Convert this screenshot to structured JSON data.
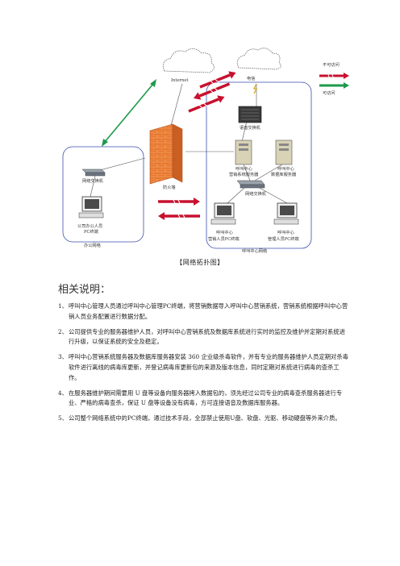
{
  "diagram": {
    "legend": {
      "blocked": "不可访问",
      "allowed": "可访问"
    },
    "labels": {
      "internet": "Internet",
      "telecom": "电信",
      "voice_switch": "语音交换机",
      "firewall": "防火墙",
      "marketing_server_line1": "呼叫中心",
      "marketing_server_line2": "营销系统服务器",
      "db_server_line1": "呼叫中心",
      "db_server_line2": "数据库服务器",
      "network_switch_center": "网络交换机",
      "network_switch_office": "网络交换机",
      "office_pc_line1": "公司办公人员",
      "office_pc_line2": "PC终端",
      "office_network": "办公网络",
      "sales_pc_line1": "呼叫中心",
      "sales_pc_line2": "营销人员PC终端",
      "admin_pc_line1": "呼叫中心",
      "admin_pc_line2": "管理人员PC终端",
      "callcenter_network": "呼叫中心网络"
    },
    "colors": {
      "blocked": "#c8102e",
      "allowed": "#1d9a4a",
      "zone": "#3b4fb0"
    }
  },
  "caption": "【网络拓扑图】",
  "section_title": "相关说明：",
  "notes": [
    {
      "num": "1、",
      "text": "呼叫中心管理人员通过呼叫中心管理PC终端，将营销数据导入呼叫中心营销系统，营销系统根据呼叫中心营销人员业务配置进行数据分配。"
    },
    {
      "num": "2、",
      "text": "公司提供专业的服务器维护人员，对呼叫中心营销系统及数据库系统进行实时的监控及维护并定期对系统进行升级，以保证系统的安全及稳定。"
    },
    {
      "num": "3、",
      "text": "呼叫中心营销系统服务器及数据库服务器安装 360 企业级杀毒软件，并有专业的服务器维护人员定期对杀毒软件进行离线的病毒库更新，并登记病毒库更新包的来源及版本信息，同时定期对系统进行病毒的查杀工作。"
    },
    {
      "num": "4、",
      "text": "在服务器维护期间需要用 U 盘等设备向服务器拷入数据包的，须先经过公司专业的病毒查杀服务器进行专业、严格的病毒查杀，保证 U 盘等设备没有病毒，方可连接语音及数据库服务器。"
    },
    {
      "num": "5、",
      "text": "公司整个网络系统中的PC终端，通过技术手段，全部禁止使用U盘、软盘、光驱、移动硬盘等外来介质。"
    }
  ]
}
